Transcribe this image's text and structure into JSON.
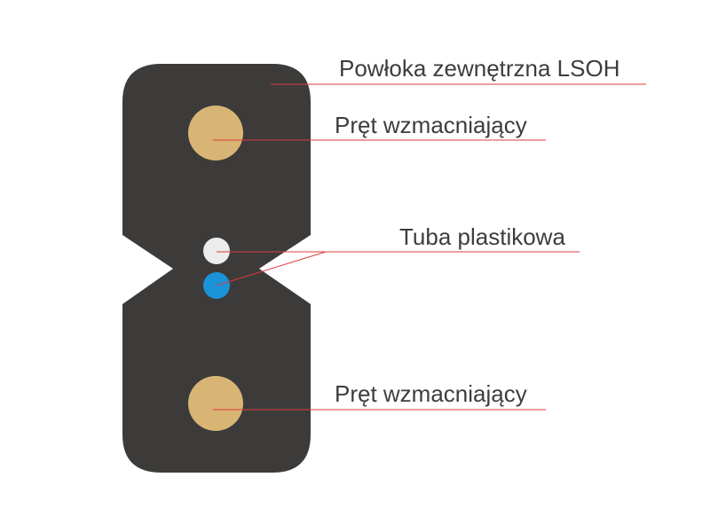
{
  "labels": {
    "outer_jacket": "Powłoka zewnętrzna LSOH",
    "strength_rod_top": "Pręt wzmacniający",
    "plastic_tube": "Tuba plastikowa",
    "strength_rod_bottom": "Pręt wzmacniający"
  },
  "colors": {
    "jacket": "#3c3b3a",
    "strength_rod": "#d8b575",
    "fiber_white": "#ececec",
    "fiber_blue": "#1a93d8",
    "leader_line": "#e03a3e",
    "label_text": "#3d3d3d"
  }
}
